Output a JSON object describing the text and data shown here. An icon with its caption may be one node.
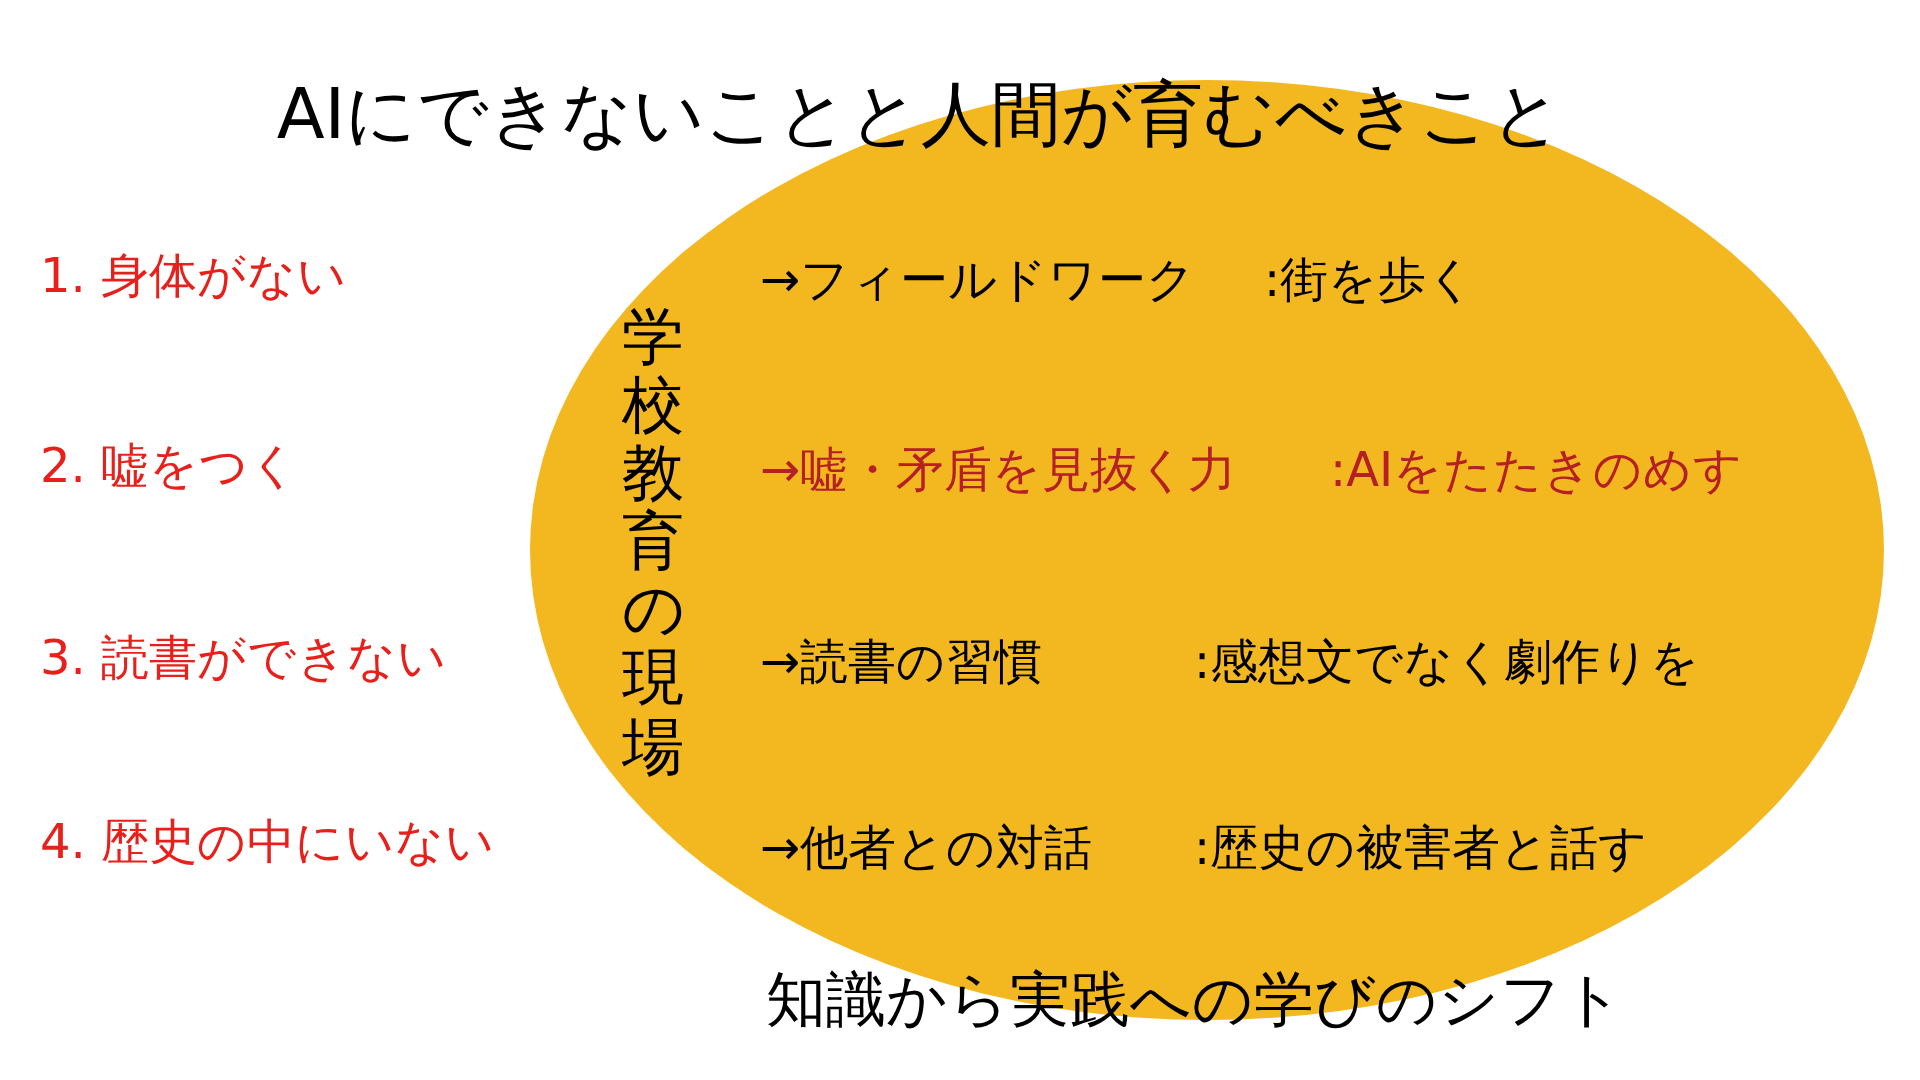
{
  "diagram": {
    "title": "AIにできないことと人間が育むべきこと",
    "caption": "知識から実践への学びのシフト",
    "nodes": [
      {
        "text": [
          "学校教育の現場",
          "→フィールドワーク",
          ":街を歩く",
          "→嘘・矛盾を見抜く力",
          ":AIをたたきのめす",
          "→読書の習慣",
          ":感想文でなく劇作りを",
          "→他者との対話",
          ":歴史の被害者と話す"
        ]
      }
    ],
    "edges": [],
    "labels": [
      "1. 身体がない",
      "2. 嘘をつく",
      "3. 読書ができない",
      "4. 歴史の中にいない"
    ]
  }
}
